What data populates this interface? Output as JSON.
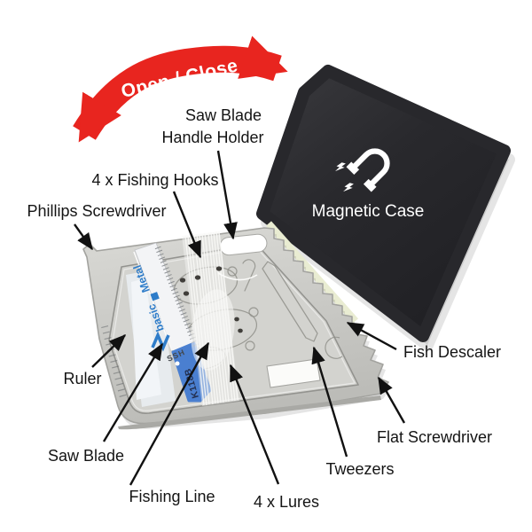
{
  "open_close": {
    "label": "Open / Close",
    "color": "#e8251f"
  },
  "magnetic_case": {
    "label": "Magnetic Case",
    "body_color": "#2a2a2e",
    "icon": "magnet-icon"
  },
  "blade": {
    "brand_left": "basic",
    "brand_right": "Metal",
    "code": "SSH",
    "model": "K118B",
    "brand_color": "#2e7cc9",
    "tip_color": "#4a7fd0"
  },
  "callouts": {
    "handle_holder": {
      "line1": "Saw Blade",
      "line2": "Handle Holder"
    },
    "fishing_hooks": {
      "label": "4 x Fishing Hooks"
    },
    "phillips": {
      "label": "Phillips Screwdriver"
    },
    "ruler": {
      "label": "Ruler"
    },
    "saw_blade": {
      "label": "Saw Blade"
    },
    "fishing_line": {
      "label": "Fishing Line"
    },
    "lures": {
      "label": "4 x Lures"
    },
    "tweezers": {
      "label": "Tweezers"
    },
    "flat_screwdriver": {
      "label": "Flat Screwdriver"
    },
    "fish_descaler": {
      "label": "Fish Descaler"
    }
  }
}
